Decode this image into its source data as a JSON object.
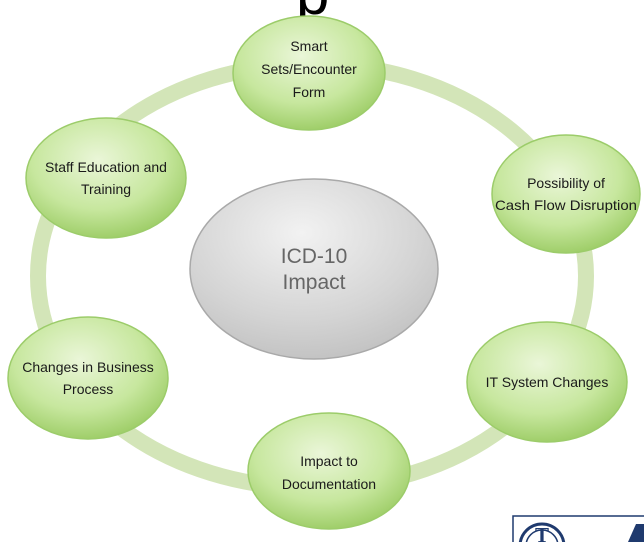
{
  "title_fragment": "p",
  "center": {
    "lines": [
      "ICD-10",
      "Impact"
    ]
  },
  "nodes": [
    {
      "id": "smart-sets",
      "lines": [
        "Smart",
        "Sets/Encounter",
        "Form"
      ]
    },
    {
      "id": "cash-flow",
      "lines": [
        "Possibility of",
        "Cash Flow Disruption"
      ]
    },
    {
      "id": "it-system",
      "lines": [
        "IT System Changes"
      ]
    },
    {
      "id": "documentation",
      "lines": [
        "Impact to",
        "Documentation"
      ]
    },
    {
      "id": "business-process",
      "lines": [
        "Changes in Business",
        "Process"
      ]
    },
    {
      "id": "staff-education",
      "lines": [
        "Staff Education and",
        "Training"
      ]
    }
  ],
  "logo": {
    "letters": "T"
  },
  "colors": {
    "ring": "#d3e5b8",
    "node_light": "#eaf6d8",
    "node_mid": "#c7e79e",
    "node_dark": "#8fc454",
    "node_stroke": "#9ccc6a",
    "center_light": "#f2f2f2",
    "center_dark": "#bcbcbc",
    "center_stroke": "#a9a9a9",
    "logo_blue": "#1f3a6e"
  }
}
